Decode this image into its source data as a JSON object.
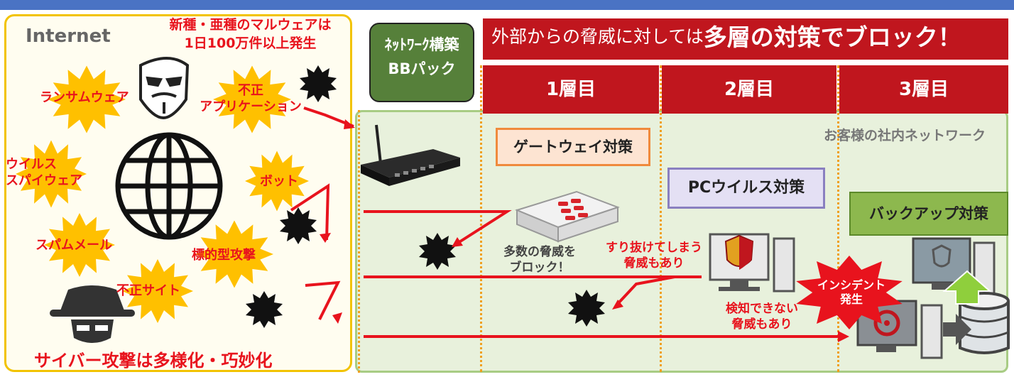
{
  "left": {
    "internet_label": "Internet",
    "headline_line1": "新種・亜種のマルウェアは",
    "headline_line2": "1日100万件以上発生",
    "threats": {
      "ransomware": "ランサムウェア",
      "fusei_app_1": "不正",
      "fusei_app_2": "アプリケーション",
      "virus_1": "ウイルス",
      "virus_2": "スパイウェア",
      "bot": "ボット",
      "spam": "スパムメール",
      "targeted": "標的型攻撃",
      "fusei_site": "不正サイト"
    },
    "footer": "サイバー攻撃は多様化・巧妙化"
  },
  "bb_pack": {
    "line1": "ﾈｯﾄﾜｰｸ構築",
    "line2": "BBパック"
  },
  "title": {
    "prefix": "外部からの脅威に対しては",
    "emphasis": "多層の対策でブロック！"
  },
  "layers": [
    "1層目",
    "2層目",
    "3層目"
  ],
  "network_label": "お客様の社内ネットワーク",
  "measures": {
    "gateway": "ゲートウェイ対策",
    "pc_virus": "PCウイルス対策",
    "backup": "バックアップ対策"
  },
  "notes": {
    "blocked_1": "多数の脅威を",
    "blocked_2": "ブロック！",
    "slip_1": "すり抜けてしまう",
    "slip_2": "脅威もあり",
    "undetected_1": "検知できない",
    "undetected_2": "脅威もあり",
    "incident_1": "インシデント",
    "incident_2": "発生"
  },
  "colors": {
    "accent_red": "#c0161e",
    "threat_red": "#e8131d",
    "starburst_yellow": "#ffc000",
    "network_green": "#e8f1dc",
    "bb_green": "#56803a"
  }
}
